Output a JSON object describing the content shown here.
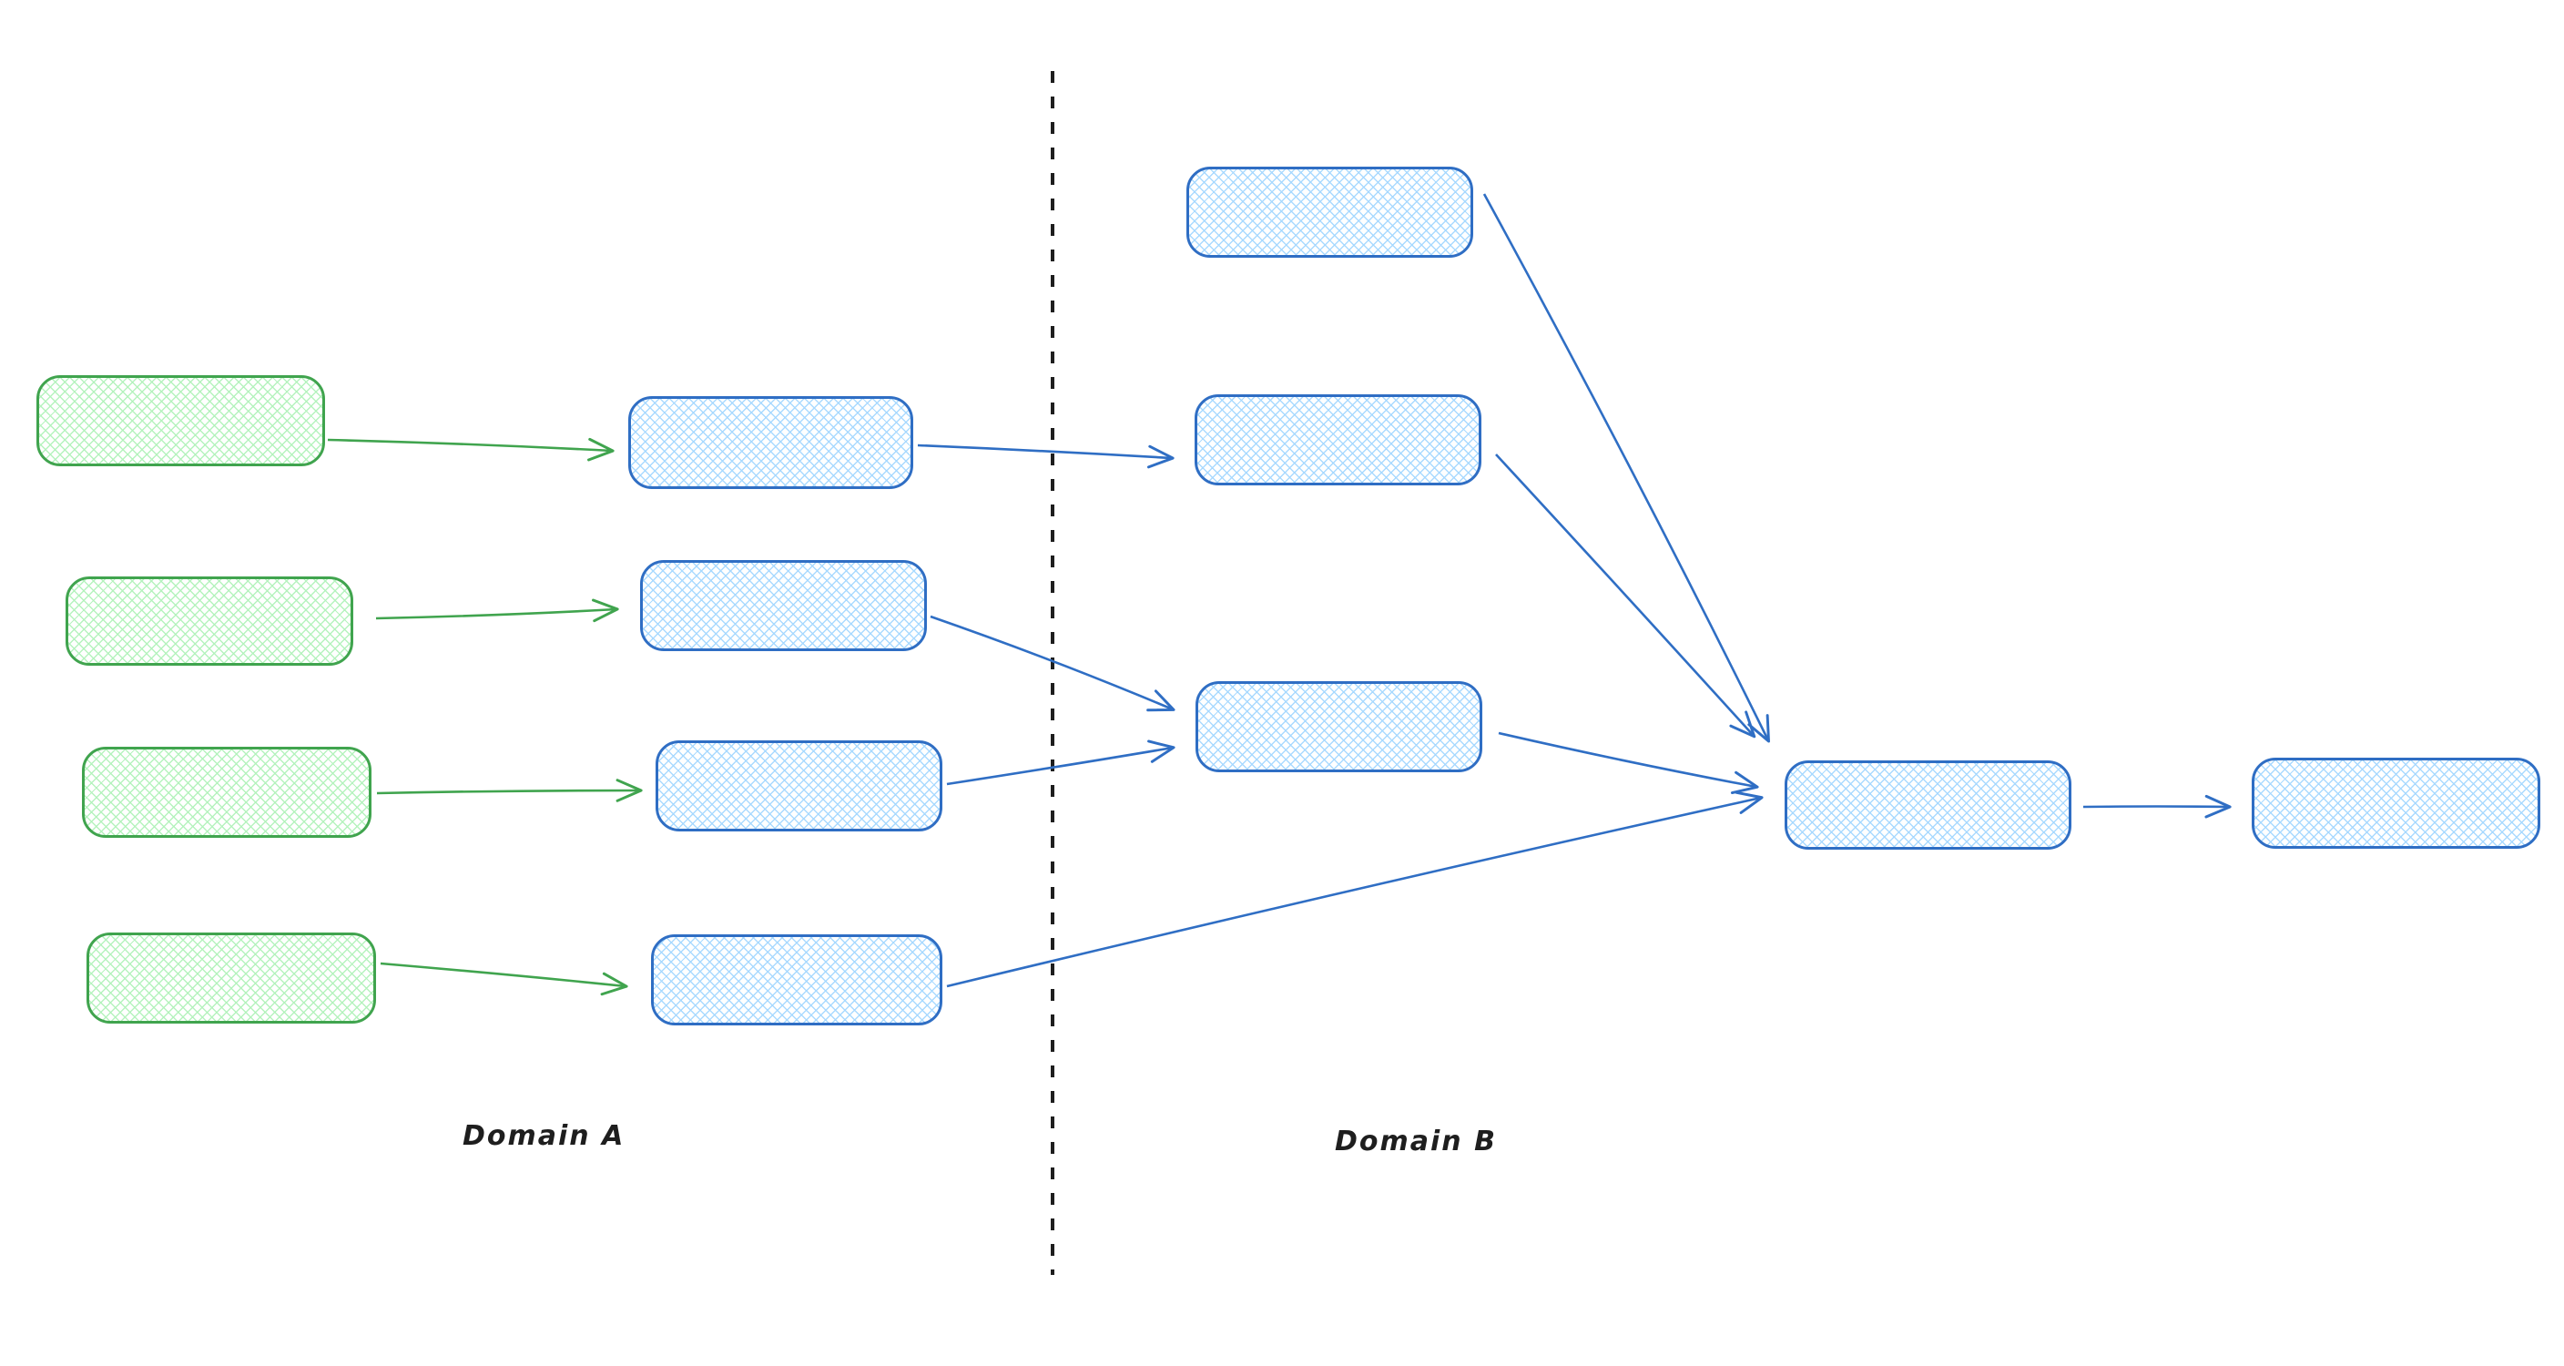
{
  "canvas": {
    "background": "#ffffff",
    "kind": "hand-drawn flow diagram"
  },
  "labels": {
    "domain_a": "Domain A",
    "domain_b": "Domain B"
  },
  "colors": {
    "green_stroke": "#40a44e",
    "green_fill": "#b2f2bb",
    "blue_stroke": "#2f6ec4",
    "blue_fill": "#a5d8ff",
    "divider": "#1e1e1e",
    "label_text": "#1e1e1e"
  },
  "diagram": {
    "divider": {
      "style": "dashed-vertical",
      "separates": [
        "Domain A",
        "Domain B"
      ]
    },
    "nodes": [
      {
        "id": "a1",
        "domain": "Domain A",
        "color": "green",
        "text": ""
      },
      {
        "id": "a2",
        "domain": "Domain A",
        "color": "green",
        "text": ""
      },
      {
        "id": "a3",
        "domain": "Domain A",
        "color": "green",
        "text": ""
      },
      {
        "id": "a4",
        "domain": "Domain A",
        "color": "green",
        "text": ""
      },
      {
        "id": "b1",
        "domain": "Domain A",
        "color": "blue",
        "text": ""
      },
      {
        "id": "b2",
        "domain": "Domain A",
        "color": "blue",
        "text": ""
      },
      {
        "id": "b3",
        "domain": "Domain A",
        "color": "blue",
        "text": ""
      },
      {
        "id": "b4",
        "domain": "Domain A",
        "color": "blue",
        "text": ""
      },
      {
        "id": "c1",
        "domain": "Domain B",
        "color": "blue",
        "text": ""
      },
      {
        "id": "c2",
        "domain": "Domain B",
        "color": "blue",
        "text": ""
      },
      {
        "id": "c3",
        "domain": "Domain B",
        "color": "blue",
        "text": ""
      },
      {
        "id": "d",
        "domain": "Domain B",
        "color": "blue",
        "text": ""
      },
      {
        "id": "e",
        "domain": "Domain B",
        "color": "blue",
        "text": ""
      }
    ],
    "edges": [
      {
        "from": "a1",
        "to": "b1",
        "color": "green"
      },
      {
        "from": "a2",
        "to": "b2",
        "color": "green"
      },
      {
        "from": "a3",
        "to": "b3",
        "color": "green"
      },
      {
        "from": "a4",
        "to": "b4",
        "color": "green"
      },
      {
        "from": "b1",
        "to": "c2",
        "color": "blue"
      },
      {
        "from": "b2",
        "to": "c3",
        "color": "blue"
      },
      {
        "from": "b3",
        "to": "c3",
        "color": "blue"
      },
      {
        "from": "b4",
        "to": "d",
        "color": "blue"
      },
      {
        "from": "c1",
        "to": "d",
        "color": "blue"
      },
      {
        "from": "c2",
        "to": "d",
        "color": "blue"
      },
      {
        "from": "c3",
        "to": "d",
        "color": "blue"
      },
      {
        "from": "d",
        "to": "e",
        "color": "blue"
      }
    ]
  }
}
